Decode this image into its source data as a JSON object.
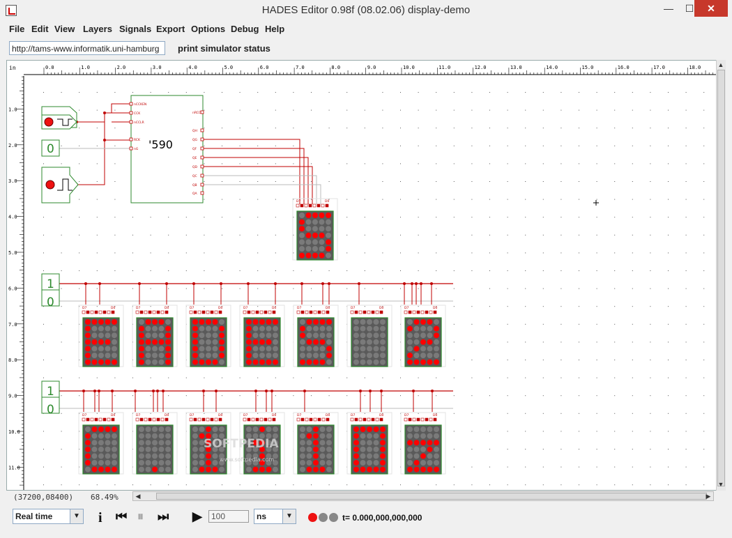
{
  "window": {
    "title": "HADES Editor 0.98f (08.02.06)   display-demo",
    "min_glyph": "—",
    "max_glyph": "☐",
    "close_glyph": "✕"
  },
  "menu": [
    "File",
    "Edit",
    "View",
    "Layers",
    "Signals",
    "Export",
    "Options",
    "Debug",
    "Help"
  ],
  "toolbar": {
    "url": "http://tams-www.informatik.uni-hamburg",
    "status_button": "print simulator status"
  },
  "ruler": {
    "unit": "in",
    "x_ticks": [
      "0.0",
      "1.0",
      "2.0",
      "3.0",
      "4.0",
      "5.0",
      "6.0",
      "7.0",
      "8.0",
      "9.0",
      "10.0",
      "11.0",
      "12.0",
      "13.0",
      "14.0",
      "15.0",
      "16.0",
      "17.0",
      "18.0"
    ],
    "y_ticks": [
      "1.0",
      "2.0",
      "3.0",
      "4.0",
      "5.0",
      "6.0",
      "7.0",
      "8.0",
      "9.0",
      "10.0",
      "11.0"
    ]
  },
  "circuit": {
    "counter_chip_label": "'590",
    "counter_pins_left": [
      "nCCKEN",
      "CCK",
      "nCCLR",
      "RCK",
      "nG"
    ],
    "counter_pins_right": [
      "nRCO",
      "QH",
      "QG",
      "QF",
      "QE",
      "QD",
      "QC",
      "QB",
      "QA"
    ],
    "display_pin_left": "D7",
    "display_pin_right": "D0",
    "const_labels": [
      "0",
      "1",
      "0",
      "1",
      "0"
    ],
    "watermark": "SOFTPEDIA",
    "watermark_url": "www.softpedia.com",
    "wire_color": "#c00000",
    "led_on_color": "#ff0000",
    "led_off_color": "#7a7a7a",
    "display_bg": "#5a5a5a"
  },
  "status": {
    "coords": "(37200,08400)",
    "zoom": "68.49%"
  },
  "controls": {
    "sim_mode": "Real time",
    "info_glyph": "i",
    "rewind_glyph": "⏮",
    "pause_glyph": "⏸",
    "fastforward_glyph": "⏭",
    "step_glyph": "▶",
    "step_value": "100",
    "time_unit": "ns",
    "sim_time": "t= 0.000,000,000,000"
  }
}
